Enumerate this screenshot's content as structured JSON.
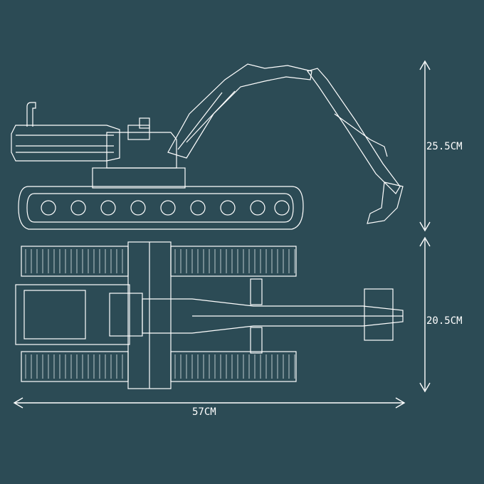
{
  "colors": {
    "background": "#2c4b55",
    "line": "#ffffff",
    "line_soft": "#dfe8ea"
  },
  "dimensions": {
    "height_label": "25.5CM",
    "width_label": "20.5CM",
    "length_label": "57CM"
  }
}
